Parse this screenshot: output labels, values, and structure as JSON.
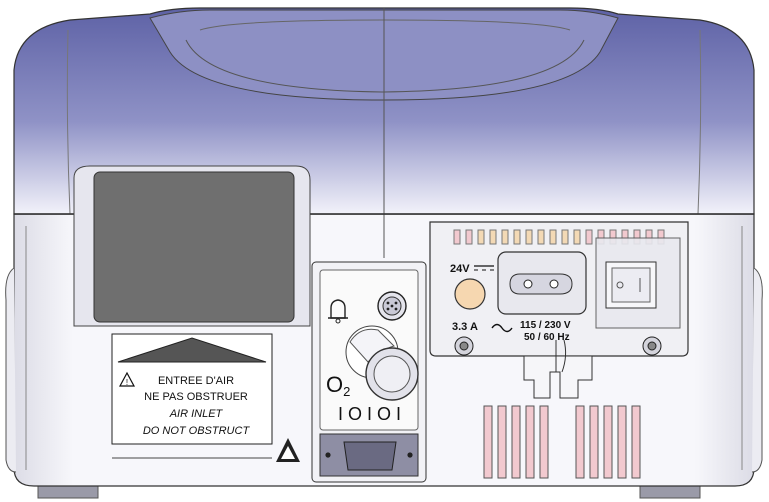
{
  "warning_label": {
    "line1": "ENTREE D'AIR",
    "line2": "NE PAS OBSTRUER",
    "line3": "AIR INLET",
    "line4": "DO NOT OBSTRUCT"
  },
  "connector_panel": {
    "o2_label": "O",
    "o2_subscript": "2",
    "connector_code": "IOIOI"
  },
  "power_panel": {
    "dc_voltage": "24V",
    "current": "3.3 A",
    "ac_voltage": "115 / 230 V",
    "frequency": "50 / 60 Hz"
  },
  "colors": {
    "housing_top": "#6b6fae",
    "housing_body": "#f4f4f8",
    "vent_pink": "#f2c9cf",
    "fuse_holder": "#f3d9b5",
    "window_dark": "#6f6f6f"
  }
}
